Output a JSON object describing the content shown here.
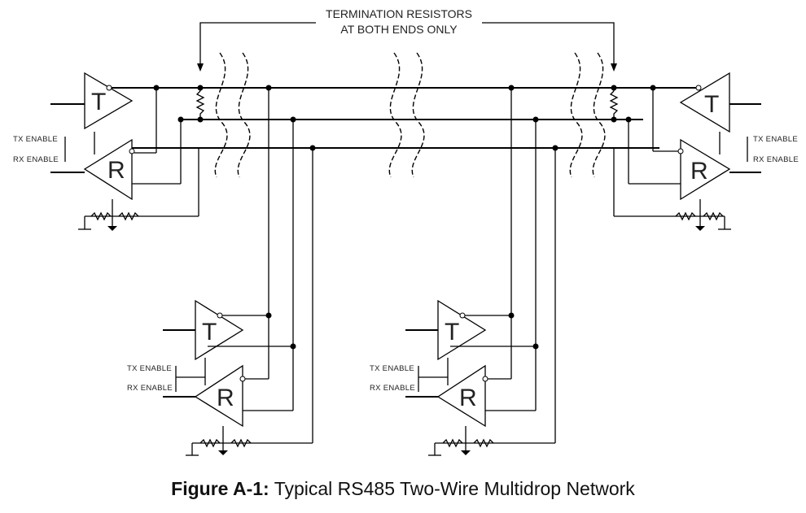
{
  "annotation": {
    "line1": "TERMINATION RESISTORS",
    "line2": "AT BOTH ENDS ONLY"
  },
  "labels": {
    "transmitter": "T",
    "receiver": "R",
    "tx_enable": "TX ENABLE",
    "rx_enable": "RX ENABLE"
  },
  "caption": {
    "prefix": "Figure A-1:",
    "text": " Typical RS485 Two-Wire Multidrop Network"
  }
}
